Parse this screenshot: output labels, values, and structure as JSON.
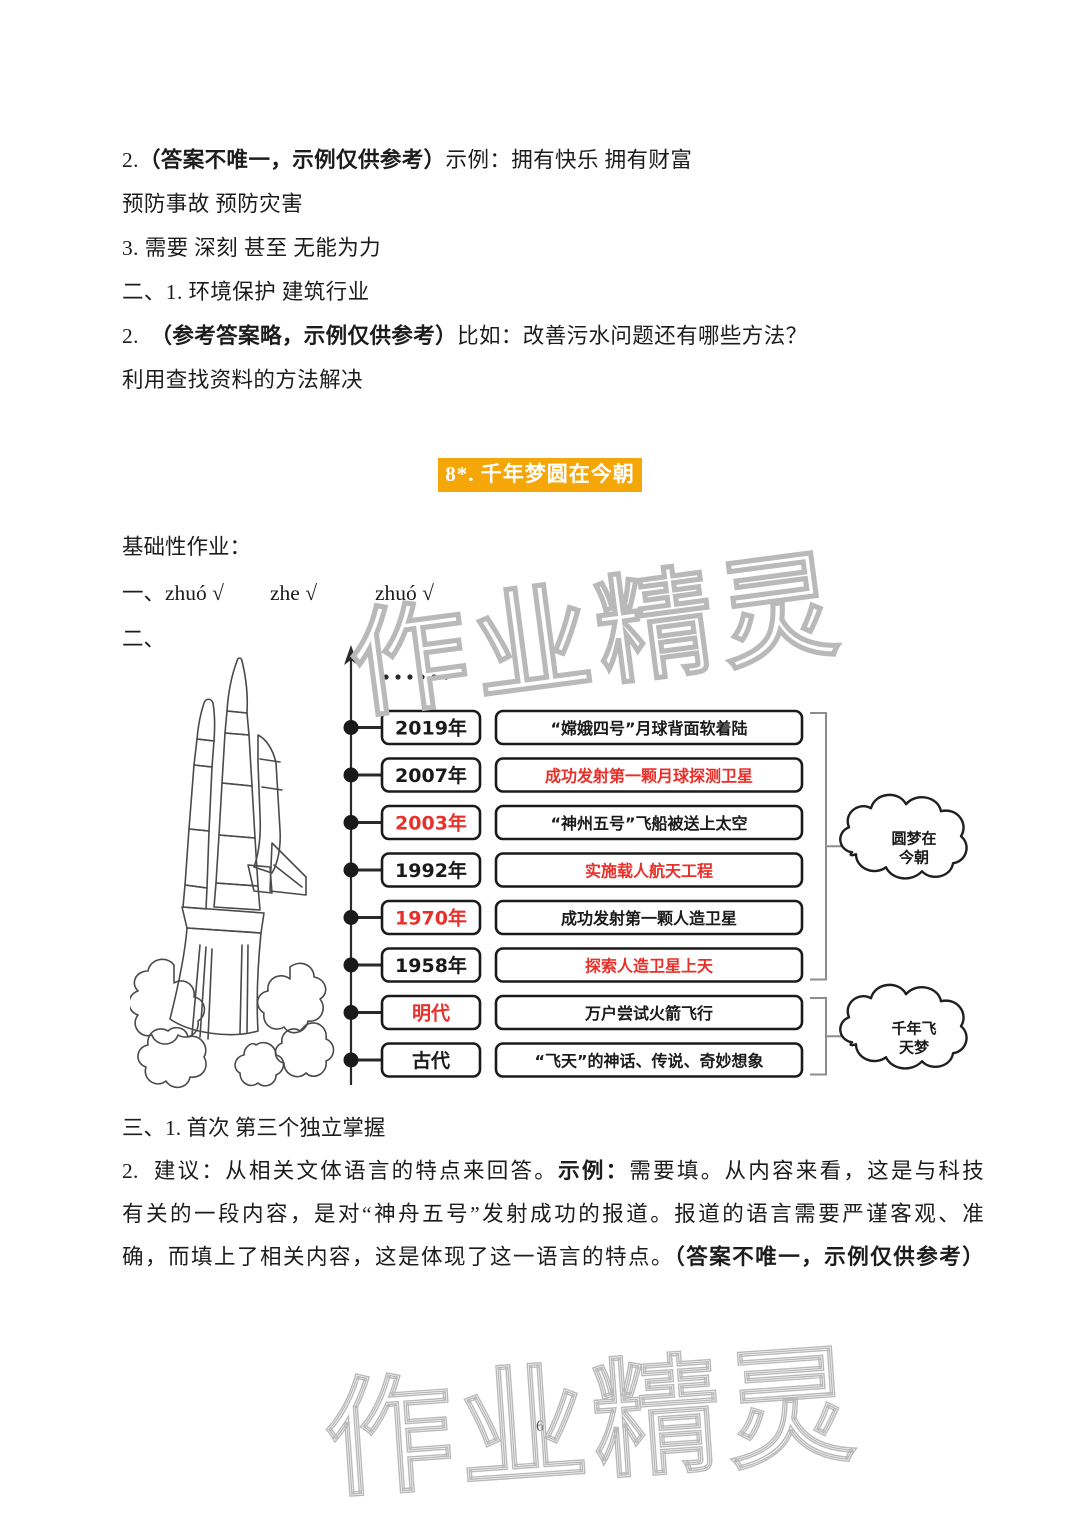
{
  "page": {
    "number": "6",
    "watermark": "作业精灵"
  },
  "answers_top": [
    "2.（答案不唯一，示例仅供参考）示例：拥有快乐  拥有财富",
    "预防事故  预防灾害",
    "3.  需要  深刻  甚至  无能为力",
    "二、1.  环境保护  建筑行业",
    "2.  （参考答案略，示例仅供参考）比如：改善污水问题还有哪些方法？",
    "利用查找资料的方法解决"
  ],
  "answers_top_bold": {
    "line0_bold": "（答案不唯一，示例仅供参考）",
    "line4_bold": "（参考答案略，示例仅供参考）"
  },
  "lesson_title": {
    "number": "8*.",
    "name": "千年梦圆在今朝",
    "full": "8*.  千年梦圆在今朝",
    "bg_color": "#F5A70A",
    "text_color": "#FFFFFF"
  },
  "section_headings": {
    "basic_homework": "基础性作业：",
    "q1_label": "一、",
    "q1_answers": [
      "zhuó √",
      "zhe √",
      "zhuó √"
    ],
    "q2_label": "二、"
  },
  "diagram": {
    "type": "timeline",
    "ellipsis": "······",
    "axis_arrow": "up-arrow",
    "rows": [
      {
        "year": "2019年",
        "year_color": "#1a1a1a",
        "event": "“嫦娥四号”月球背面软着陆",
        "event_color": "#1a1a1a"
      },
      {
        "year": "2007年",
        "year_color": "#1a1a1a",
        "event": "成功发射第一颗月球探测卫星",
        "event_color": "#E8302A"
      },
      {
        "year": "2003年",
        "year_color": "#E8302A",
        "event": "“神州五号”飞船被送上太空",
        "event_color": "#1a1a1a"
      },
      {
        "year": "1992年",
        "year_color": "#1a1a1a",
        "event": "实施载人航天工程",
        "event_color": "#E8302A"
      },
      {
        "year": "1970年",
        "year_color": "#E8302A",
        "event": "成功发射第一颗人造卫星",
        "event_color": "#1a1a1a"
      },
      {
        "year": "1958年",
        "year_color": "#1a1a1a",
        "event": "探索人造卫星上天",
        "event_color": "#E8302A"
      },
      {
        "year": "明代",
        "year_color": "#E8302A",
        "event": "万户尝试火箭飞行",
        "event_color": "#1a1a1a"
      },
      {
        "year": "古代",
        "year_color": "#1a1a1a",
        "event": "“飞天”的神话、传说、奇妙想象",
        "event_color": "#1a1a1a"
      }
    ],
    "clouds": [
      {
        "label_line1": "圆梦在",
        "label_line2": "今朝",
        "spans_rows": [
          0,
          5
        ]
      },
      {
        "label_line1": "千年飞",
        "label_line2": "天梦",
        "spans_rows": [
          6,
          7
        ]
      }
    ],
    "illustration": "rocket-launch-line-art"
  },
  "answers_bottom": {
    "line1": "三、1.  首次  第三个独立掌握",
    "line2": "2.  建议：从相关文体语言的特点来回答。示例：需要填。从内容来看，这是与科技",
    "line2_bold": "示例：",
    "line3": "有关的一段内容，是对“神舟五号”发射成功的报道。报道的语言需要严谨客观、准",
    "line4": "确，而填上了相关内容，这是体现了这一语言的特点。（答案不唯一，示例仅供参考）",
    "line4_bold": "（答案不唯一，示例仅供参考）"
  }
}
